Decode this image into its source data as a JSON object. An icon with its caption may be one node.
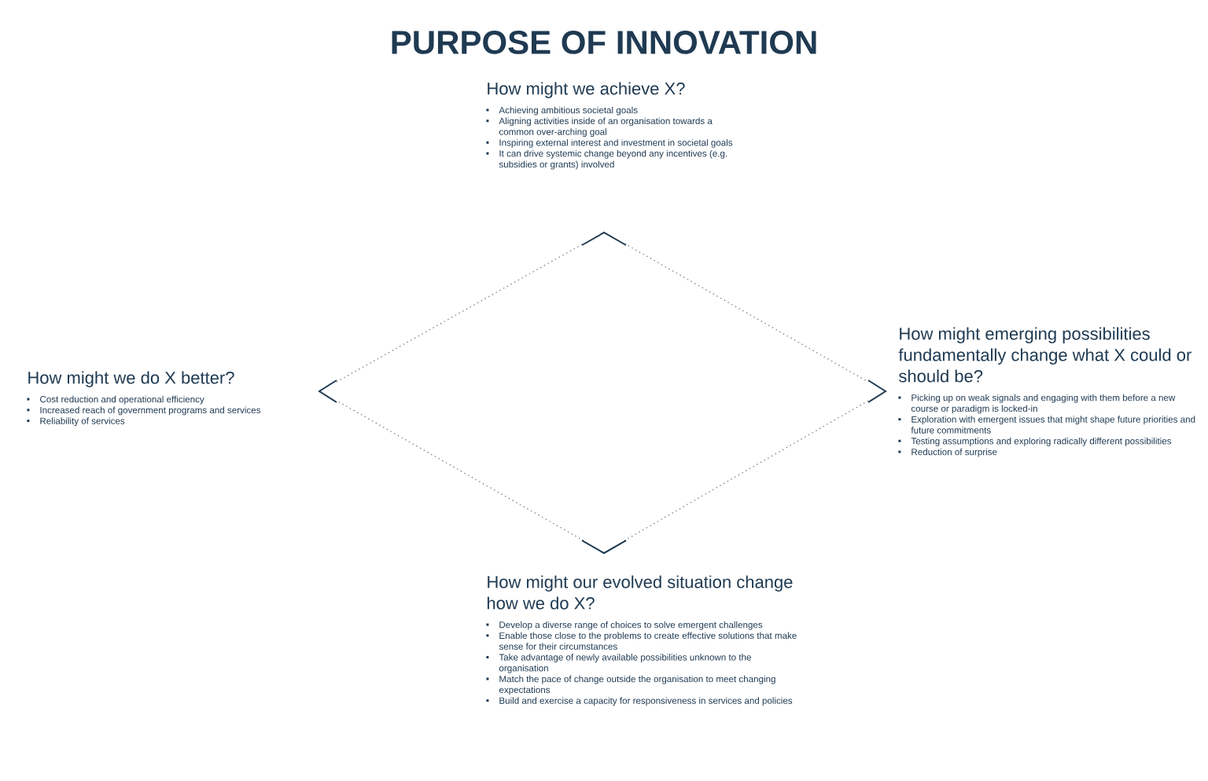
{
  "diagram": {
    "title": "PURPOSE OF INNOVATION",
    "nodes": [
      {
        "text": [
          "How might we achieve X?",
          "Achieving ambitious societal goals",
          "Aligning activities inside of an organisation towards a common over-arching goal",
          "Inspiring external interest and investment in societal goals",
          "It can drive systemic change beyond any incentives (e.g. subsidies or grants) involved"
        ]
      },
      {
        "text": [
          "How might we do X better?",
          "Cost reduction and operational efficiency",
          "Increased reach of government programs and services",
          "Reliability of services"
        ]
      },
      {
        "text": [
          "How might emerging possibilities fundamentally change what X could or should be?",
          "Picking up on weak signals and engaging with them before a new course or paradigm is locked-in",
          "Exploration with emergent issues that might shape future priorities and future commitments",
          "Testing assumptions and exploring radically different possibilities",
          "Reduction of surprise"
        ]
      },
      {
        "text": [
          "How might our evolved situation change how we do X?",
          "Develop a diverse range of choices to solve emergent challenges",
          "Enable those close to the problems to create effective solutions that make sense for their circumstances",
          "Take advantage of newly available possibilities unknown to the organisation",
          "Match the pace of change outside the organisation to meet changing expectations",
          "Build and exercise a capacity for responsiveness in services and policies"
        ]
      }
    ]
  }
}
